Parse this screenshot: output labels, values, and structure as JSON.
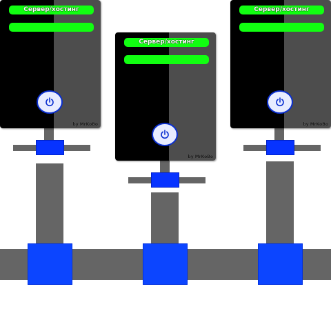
{
  "servers": [
    {
      "title": "Сервер/хостинг",
      "credit": "by MrKoBo"
    },
    {
      "title": "Сервер/хостинг",
      "credit": "by MrKoBo"
    },
    {
      "title": "Сервер/хостинг",
      "credit": "by MrKoBo"
    }
  ],
  "icons": {
    "power": "power-icon"
  },
  "colors": {
    "status_bar": "#11ff11",
    "valve": "#0733ff",
    "pipe": "#656565",
    "server_dark": "#000000",
    "server_light": "#4d4d4d",
    "power_ring": "#0a2fd0"
  }
}
